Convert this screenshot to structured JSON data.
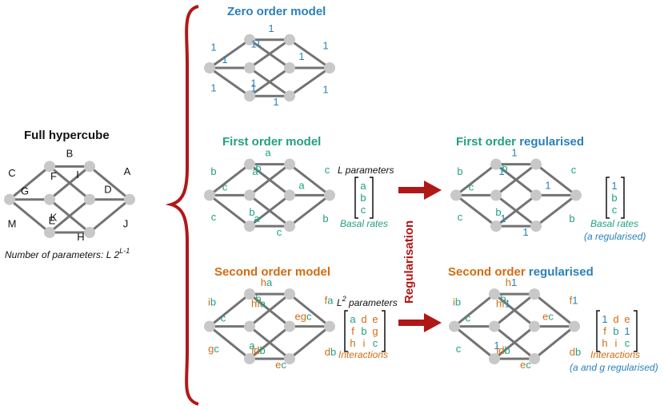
{
  "full": {
    "title": "Full hypercube",
    "params_prefix": "Number of parameters: L 2",
    "params_exp": "L-1",
    "labels": [
      "C",
      "G",
      "M",
      "B",
      "F",
      "I",
      "K",
      "E",
      "H",
      "A",
      "D",
      "J"
    ]
  },
  "zero": {
    "title": "Zero order model",
    "label": "1"
  },
  "first": {
    "title": "First order model",
    "labels": [
      "b",
      "c",
      "c",
      "a",
      "a",
      "b",
      "a",
      "b",
      "c",
      "c",
      "a",
      "b"
    ],
    "params": "L parameters",
    "matrix": [
      "a",
      "b",
      "c"
    ],
    "caption": "Basal rates"
  },
  "second": {
    "title": "Second order model",
    "params": "L",
    "params_sup": "2",
    "params_suffix": " parameters",
    "matrix": [
      [
        "a",
        "d",
        "e"
      ],
      [
        "f",
        "b",
        "g"
      ],
      [
        "h",
        "i",
        "c"
      ]
    ],
    "caption": "Interactions",
    "labels": [
      "ib",
      "c",
      "gc",
      "ha",
      "hfa",
      "b",
      "idb",
      "a",
      "ec",
      "fa",
      "egc",
      "db"
    ]
  },
  "arrow_label": "Regularisation",
  "first_reg": {
    "title_a": "First order ",
    "title_b": "regularised",
    "labels": [
      "b",
      "c",
      "c",
      "1",
      "1",
      "b",
      "1",
      "b",
      "1",
      "c",
      "1",
      "b"
    ],
    "matrix": [
      "1",
      "b",
      "c"
    ],
    "caption1": "Basal rates",
    "caption2": "(a regularised)"
  },
  "second_reg": {
    "title_a": "Second order ",
    "title_b": "regularised",
    "labels": [
      "ib",
      "c",
      "c",
      "h1",
      "hf1",
      "b",
      "idb",
      "1",
      "ec",
      "f1",
      "ec",
      "db"
    ],
    "matrix": [
      [
        "1",
        "d",
        "e"
      ],
      [
        "f",
        "b",
        "1"
      ],
      [
        "h",
        "i",
        "c"
      ]
    ],
    "caption1": "Interactions",
    "caption2": "(a and g regularised)"
  },
  "colors": {
    "teal": "#21a082",
    "blue": "#2a80b9",
    "orange": "#d46b12",
    "red": "#b01818"
  }
}
